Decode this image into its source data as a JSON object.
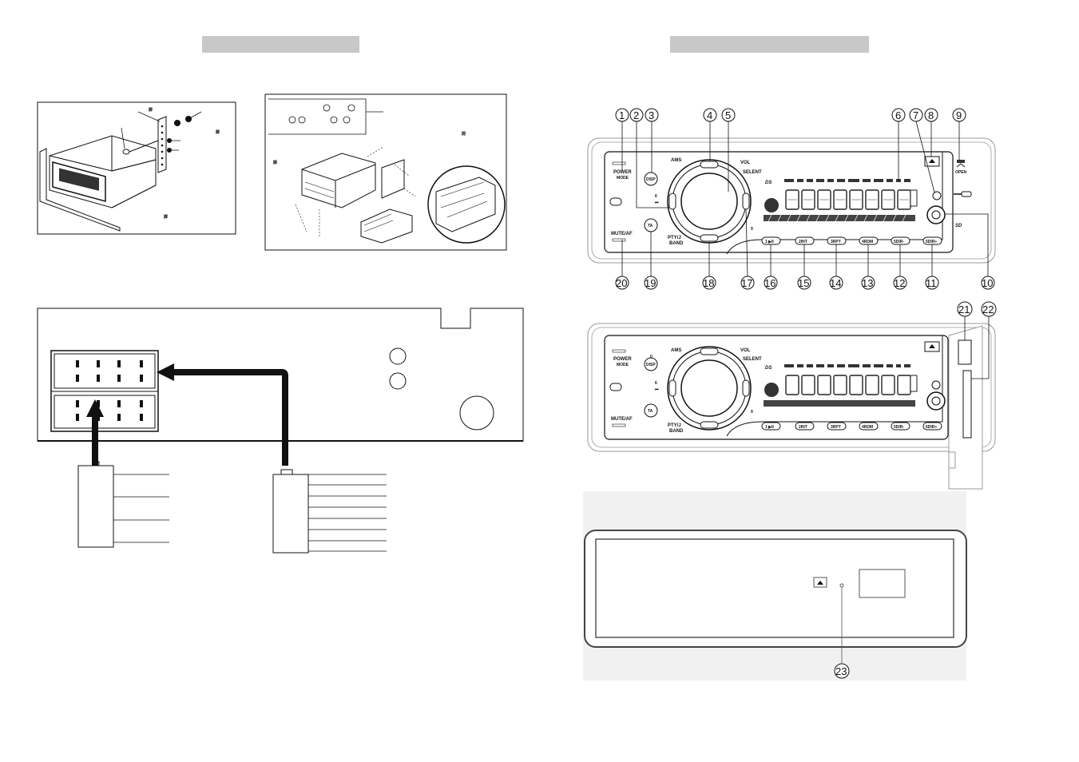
{
  "header_bars": {
    "left": "",
    "right": ""
  },
  "front_panel": {
    "labels": {
      "power_mode": [
        "POWER",
        "MODE"
      ],
      "mute_af": "MUTE/AF",
      "ams": "AMS",
      "vol": "VOL",
      "selent": "SELENT",
      "pty_band": [
        "PTY/J",
        "BAND"
      ],
      "disp": "DISP",
      "ta": "TA",
      "open": "OPEN",
      "key6": "6",
      "key9": "9",
      "key0": "0"
    },
    "preset_buttons": [
      "1 ▶II",
      "2INT",
      "3RPT",
      "4RDM",
      "5DIR-",
      "6DIR+"
    ],
    "callouts_top": [
      "1",
      "2",
      "3",
      "4",
      "5",
      "6",
      "7",
      "8",
      "9"
    ],
    "callouts_bottom": [
      "20",
      "19",
      "18",
      "17",
      "16",
      "15",
      "14",
      "13",
      "12",
      "11",
      "10"
    ],
    "callouts_side": [
      "21",
      "22"
    ],
    "callout_rear": "23"
  },
  "icons": {
    "eject": "eject-icon",
    "usb": "usb-icon",
    "sd_card": "sd-card-icon"
  }
}
